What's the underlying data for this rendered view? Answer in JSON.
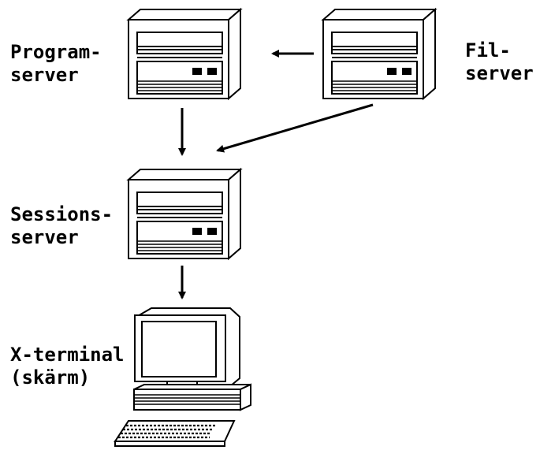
{
  "nodes": {
    "program_server": {
      "line1": "Program-",
      "line2": "server"
    },
    "file_server": {
      "line1": "Fil-",
      "line2": "server"
    },
    "session_server": {
      "line1": "Sessions-",
      "line2": "server"
    },
    "x_terminal": {
      "line1": "X-terminal",
      "line2": "(skärm)"
    }
  },
  "edges": [
    {
      "from": "file_server",
      "to": "program_server"
    },
    {
      "from": "program_server",
      "to": "session_server"
    },
    {
      "from": "file_server",
      "to": "session_server"
    },
    {
      "from": "session_server",
      "to": "x_terminal"
    }
  ],
  "colors": {
    "ink": "#000000",
    "paper": "#ffffff"
  }
}
